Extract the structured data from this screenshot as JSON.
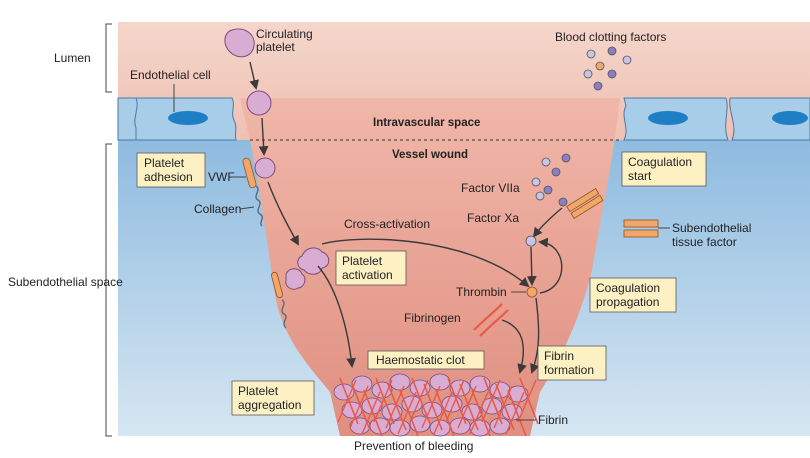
{
  "regions": {
    "lumen": "Lumen",
    "subendothelial_space": "Subendothelial space",
    "intravascular_space": "Intravascular space",
    "vessel_wound": "Vessel wound",
    "prevention": "Prevention of bleeding"
  },
  "labels": {
    "circulating_platelet": [
      "Circulating",
      "platelet"
    ],
    "endothelial_cell": "Endothelial cell",
    "blood_clotting_factors": "Blood clotting factors",
    "vwf": "VWF",
    "collagen": "Collagen",
    "cross_activation": "Cross-activation",
    "factor_viia": "Factor VIIa",
    "factor_xa": "Factor Xa",
    "thrombin": "Thrombin",
    "fibrinogen": "Fibrinogen",
    "fibrin": "Fibrin",
    "subendothelial_tissue_factor": [
      "Subendothelial",
      "tissue factor"
    ]
  },
  "boxes": {
    "platelet_adhesion": [
      "Platelet",
      "adhesion"
    ],
    "platelet_activation": [
      "Platelet",
      "activation"
    ],
    "platelet_aggregation": [
      "Platelet",
      "aggregation"
    ],
    "haemostatic_clot": "Haemostatic clot",
    "coagulation_start": [
      "Coagulation",
      "start"
    ],
    "coagulation_propagation": [
      "Coagulation",
      "propagation"
    ],
    "fibrin_formation": [
      "Fibrin",
      "formation"
    ]
  },
  "colors": {
    "lumen_bg": "#f1c9bc",
    "tissue_bg": "#a9cbe6",
    "wound": "#e59a8a",
    "platelet": "#d9acd4",
    "fibrin": "#e85a48",
    "box": "#fdf1c4",
    "endothelial": "#a8cde8",
    "nucleus": "#1f7fc4",
    "tissue_factor": "#f2a66a"
  }
}
